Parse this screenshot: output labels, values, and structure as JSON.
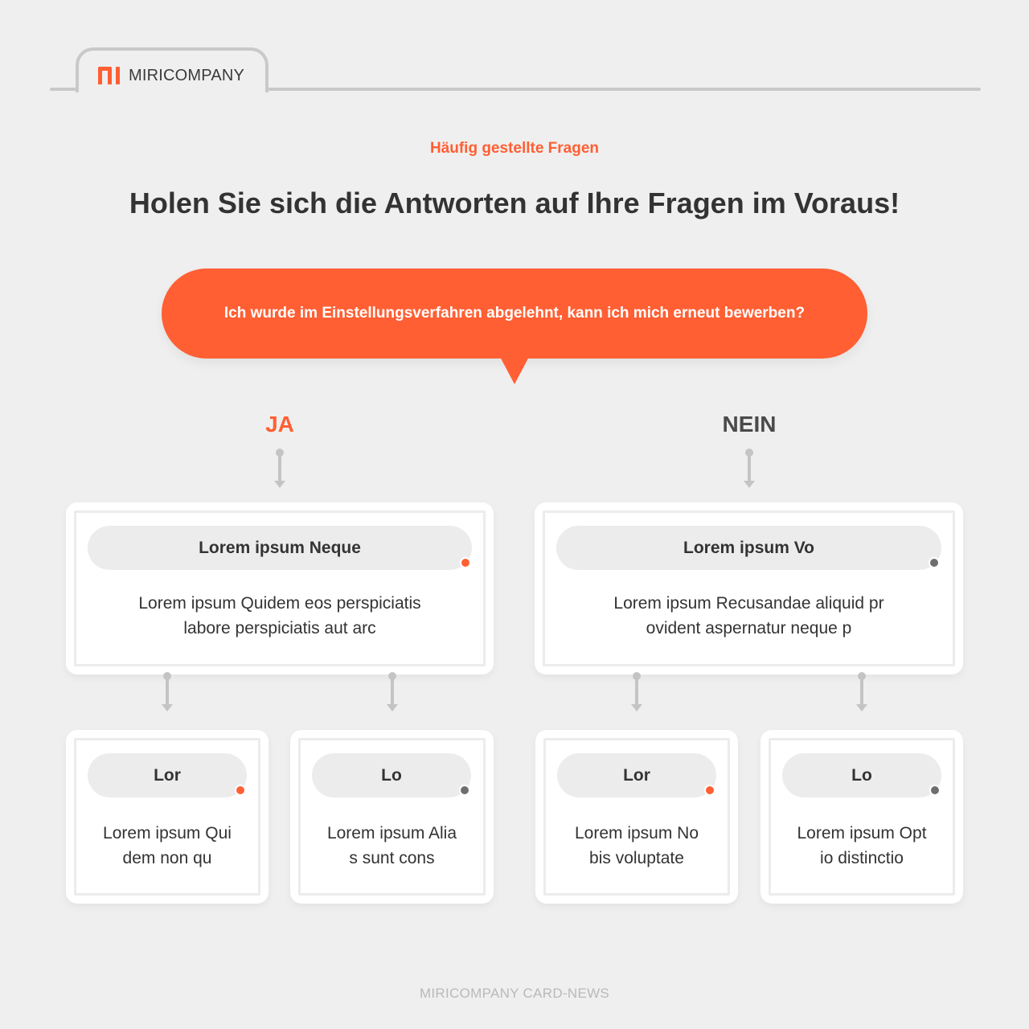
{
  "header": {
    "brand_name": "MIRICOMPANY",
    "logo_icon": "miricompany-logo-icon"
  },
  "subtitle": "Häufig gestellte Fragen",
  "title": "Holen Sie sich die Antworten auf Ihre Fragen im Voraus!",
  "question": "Ich wurde im Einstellungsverfahren abgelehnt, kann ich mich erneut bewerben?",
  "branches": {
    "yes_label": "JA",
    "no_label": "NEIN"
  },
  "cards": {
    "yes_main": {
      "title": "Lorem ipsum Neque",
      "text_line1": "Lorem ipsum Quidem eos perspiciatis",
      "text_line2": "labore perspiciatis aut arc",
      "dot_color": "#ff5f33"
    },
    "no_main": {
      "title": "Lorem ipsum Vo",
      "text_line1": "Lorem ipsum Recusandae aliquid pr",
      "text_line2": "ovident aspernatur neque p",
      "dot_color": "#6e6e6e"
    },
    "yes_a": {
      "title": "Lor",
      "text_line1": "Lorem ipsum Qui",
      "text_line2": "dem non qu",
      "dot_color": "#ff5f33"
    },
    "yes_b": {
      "title": "Lo",
      "text_line1": "Lorem ipsum Alia",
      "text_line2": "s sunt cons",
      "dot_color": "#6e6e6e"
    },
    "no_a": {
      "title": "Lor",
      "text_line1": "Lorem ipsum No",
      "text_line2": "bis voluptate",
      "dot_color": "#ff5f33"
    },
    "no_b": {
      "title": "Lo",
      "text_line1": "Lorem ipsum Opt",
      "text_line2": "io distinctio",
      "dot_color": "#6e6e6e"
    }
  },
  "colors": {
    "accent": "#ff5f33",
    "background": "#efefef",
    "neutral_dot": "#6e6e6e",
    "connector": "#c4c4c4"
  },
  "footer": "MIRICOMPANY CARD-NEWS"
}
